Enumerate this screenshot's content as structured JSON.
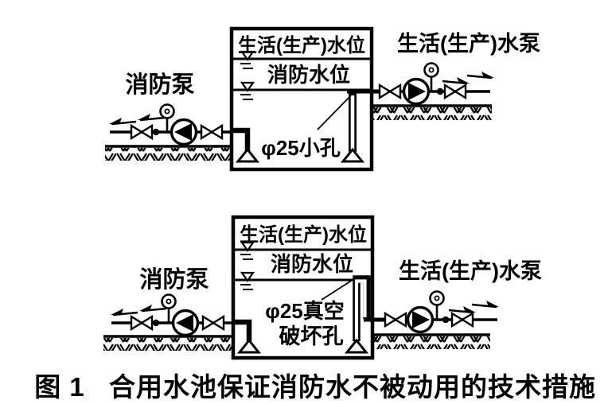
{
  "caption": {
    "prefix": "图 1",
    "text": "合用水池保证消防水不被动用的技术措施"
  },
  "top_diagram": {
    "fire_pump_label": "消防泵",
    "domestic_pump_label": "生活(生产)水泵",
    "tank": {
      "domestic_level_label": "生活(生产)水位",
      "fire_level_label": "消防水位",
      "hole_label": "φ25小孔"
    }
  },
  "bottom_diagram": {
    "fire_pump_label": "消防泵",
    "domestic_pump_label": "生活(生产)水泵",
    "tank": {
      "domestic_level_label": "生活(生产)水位",
      "fire_level_label": "消防水位",
      "hole_label_line1": "φ25真空",
      "hole_label_line2": "破坏孔"
    }
  },
  "colors": {
    "ink": "#000000",
    "paper": "#ffffff"
  }
}
